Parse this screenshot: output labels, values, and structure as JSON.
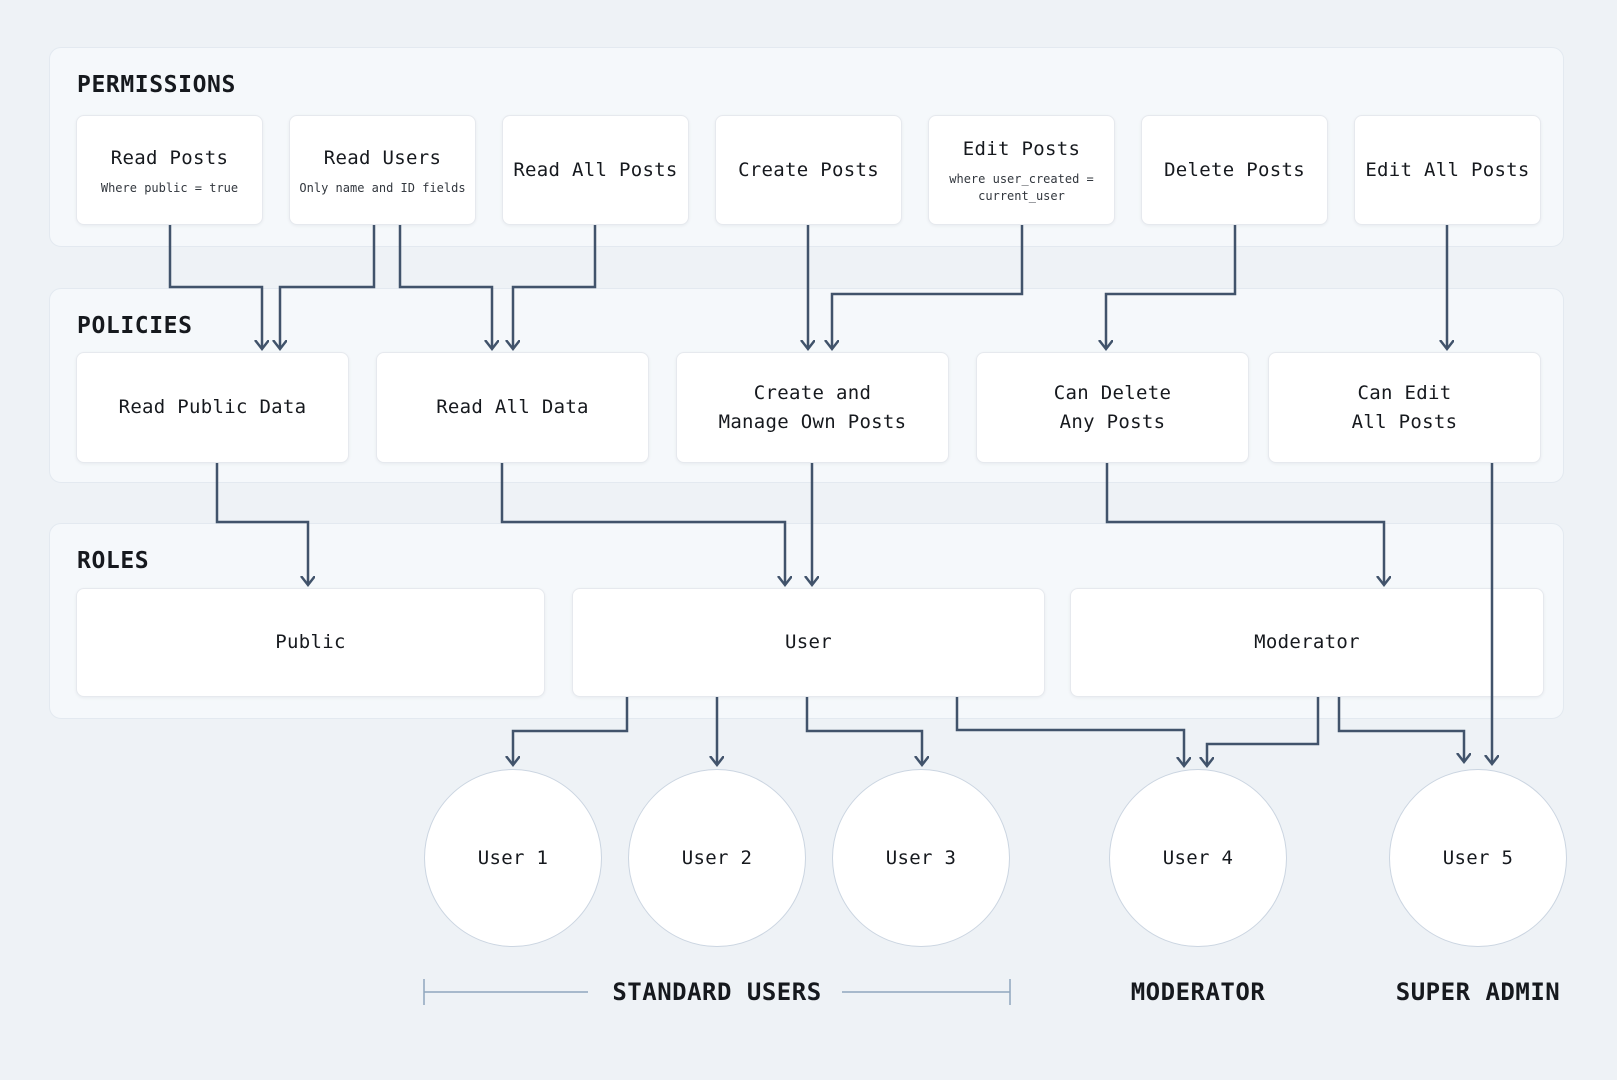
{
  "colors": {
    "background": "#eef2f6",
    "panel": "#f5f8fb",
    "panel_border": "#e3e9f0",
    "box": "#ffffff",
    "box_border": "#e6e9ee",
    "connector": "#41536b",
    "circle_border": "#cbd5e1",
    "bracket": "#8fa6bd",
    "text": "#16191e",
    "subtext": "#32373e"
  },
  "sections": {
    "permissions": {
      "title": "PERMISSIONS",
      "items": [
        {
          "title": "Read Posts",
          "subtitle": "Where public = true"
        },
        {
          "title": "Read Users",
          "subtitle": "Only name and ID fields"
        },
        {
          "title": "Read All Posts",
          "subtitle": ""
        },
        {
          "title": "Create Posts",
          "subtitle": ""
        },
        {
          "title": "Edit Posts",
          "subtitle": "where user_created = current_user"
        },
        {
          "title": "Delete Posts",
          "subtitle": ""
        },
        {
          "title": "Edit All Posts",
          "subtitle": ""
        }
      ]
    },
    "policies": {
      "title": "POLICIES",
      "items": [
        {
          "lines": [
            "Read Public Data"
          ]
        },
        {
          "lines": [
            "Read All Data"
          ]
        },
        {
          "lines": [
            "Create and",
            "Manage Own Posts"
          ]
        },
        {
          "lines": [
            "Can Delete",
            "Any Posts"
          ]
        },
        {
          "lines": [
            "Can Edit",
            "All Posts"
          ]
        }
      ]
    },
    "roles": {
      "title": "ROLES",
      "items": [
        {
          "title": "Public"
        },
        {
          "title": "User"
        },
        {
          "title": "Moderator"
        }
      ]
    }
  },
  "users": [
    {
      "label": "User 1"
    },
    {
      "label": "User 2"
    },
    {
      "label": "User 3"
    },
    {
      "label": "User 4"
    },
    {
      "label": "User 5"
    }
  ],
  "group_labels": {
    "standard": "STANDARD USERS",
    "moderator": "MODERATOR",
    "super_admin": "SUPER ADMIN"
  },
  "edges": [
    {
      "from": "Read Posts",
      "to": "Read Public Data"
    },
    {
      "from": "Read Users",
      "to": "Read Public Data"
    },
    {
      "from": "Read Users",
      "to": "Read All Data"
    },
    {
      "from": "Read All Posts",
      "to": "Read All Data"
    },
    {
      "from": "Create Posts",
      "to": "Create and Manage Own Posts"
    },
    {
      "from": "Edit Posts",
      "to": "Create and Manage Own Posts"
    },
    {
      "from": "Delete Posts",
      "to": "Can Delete Any Posts"
    },
    {
      "from": "Edit All Posts",
      "to": "Can Edit All Posts"
    },
    {
      "from": "Read Public Data",
      "to": "Public"
    },
    {
      "from": "Read All Data",
      "to": "User"
    },
    {
      "from": "Create and Manage Own Posts",
      "to": "User"
    },
    {
      "from": "Can Delete Any Posts",
      "to": "Moderator"
    },
    {
      "from": "Can Edit All Posts",
      "to": "User 5"
    },
    {
      "from": "User",
      "to": "User 1"
    },
    {
      "from": "User",
      "to": "User 2"
    },
    {
      "from": "User",
      "to": "User 3"
    },
    {
      "from": "User",
      "to": "User 4"
    },
    {
      "from": "Moderator",
      "to": "User 4"
    },
    {
      "from": "Moderator",
      "to": "User 5"
    }
  ]
}
